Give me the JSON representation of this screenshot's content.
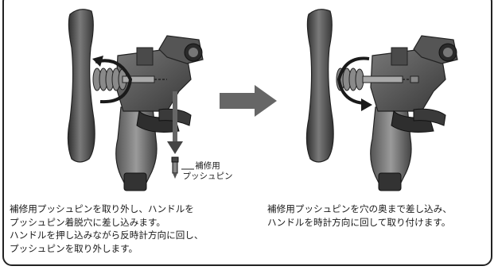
{
  "callout_label": "補修用\nプッシュピン",
  "captions": {
    "left": "補修用プッシュピンを取り外し、ハンドルを\nプッシュピン着脱穴に差し込みます。\nハンドルを押し込みながら反時計方向に回し、\nプッシュピンを取り外します。",
    "right": "補修用プッシュピンを穴の奥まで差し込み、\nハンドルを時計方向に回して取り付けます。"
  },
  "colors": {
    "body_dark": "#3a3a3a",
    "body_mid": "#6b6b6b",
    "body_light": "#9a9a9a",
    "arrow_gray": "#666666",
    "frame": "#222222"
  },
  "icons": {
    "rotation_left": "counterclockwise-arrow-icon",
    "rotation_right": "clockwise-arrow-icon",
    "step_arrow": "right-arrow-icon"
  }
}
